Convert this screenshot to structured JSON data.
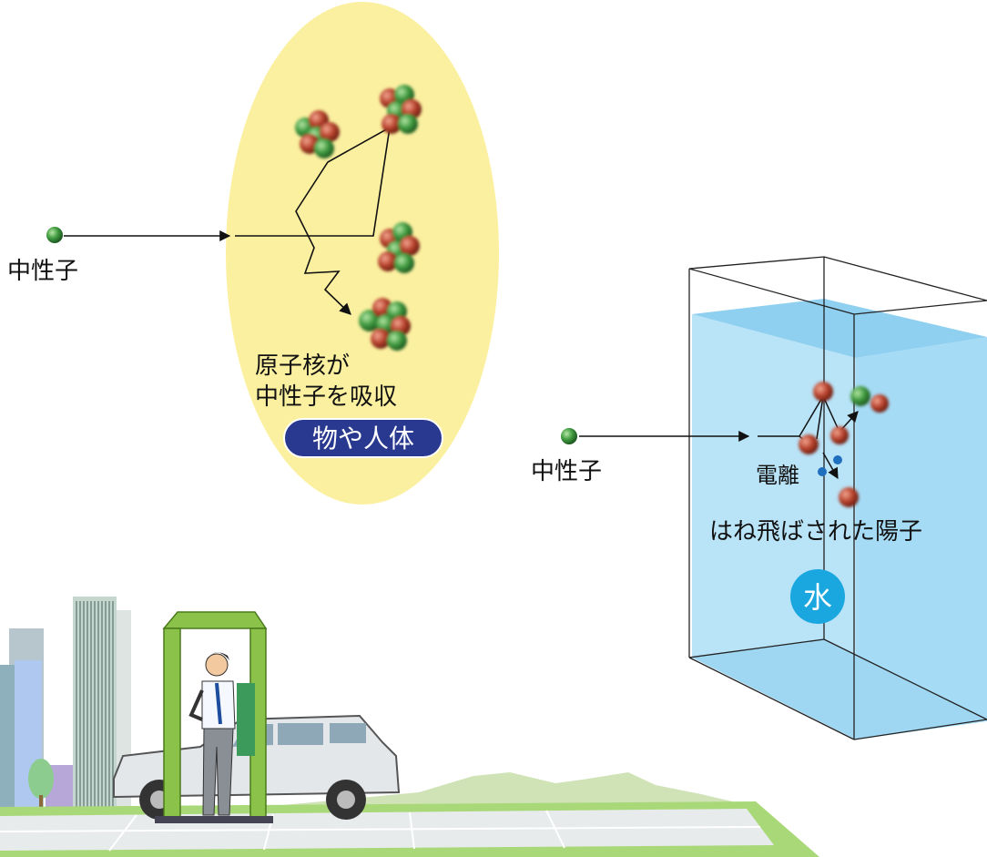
{
  "left_diagram": {
    "neutron_label": "中性子",
    "absorb_line1": "原子核が",
    "absorb_line2": "中性子を吸収",
    "badge": "物や人体"
  },
  "right_diagram": {
    "neutron_label": "中性子",
    "ionization_label": "電離",
    "proton_label": "はね飛ばされた陽子",
    "water_badge": "水"
  },
  "colors": {
    "ellipse": "#fbf0a0",
    "badge_bg": "#2a3990",
    "water_front": "#b9e3f7",
    "water_top": "#8fd0f0",
    "water_badge": "#1aa7e0",
    "neutron": "#3f9a3f",
    "proton": "#c0392b",
    "electron": "#1f6fbf"
  }
}
